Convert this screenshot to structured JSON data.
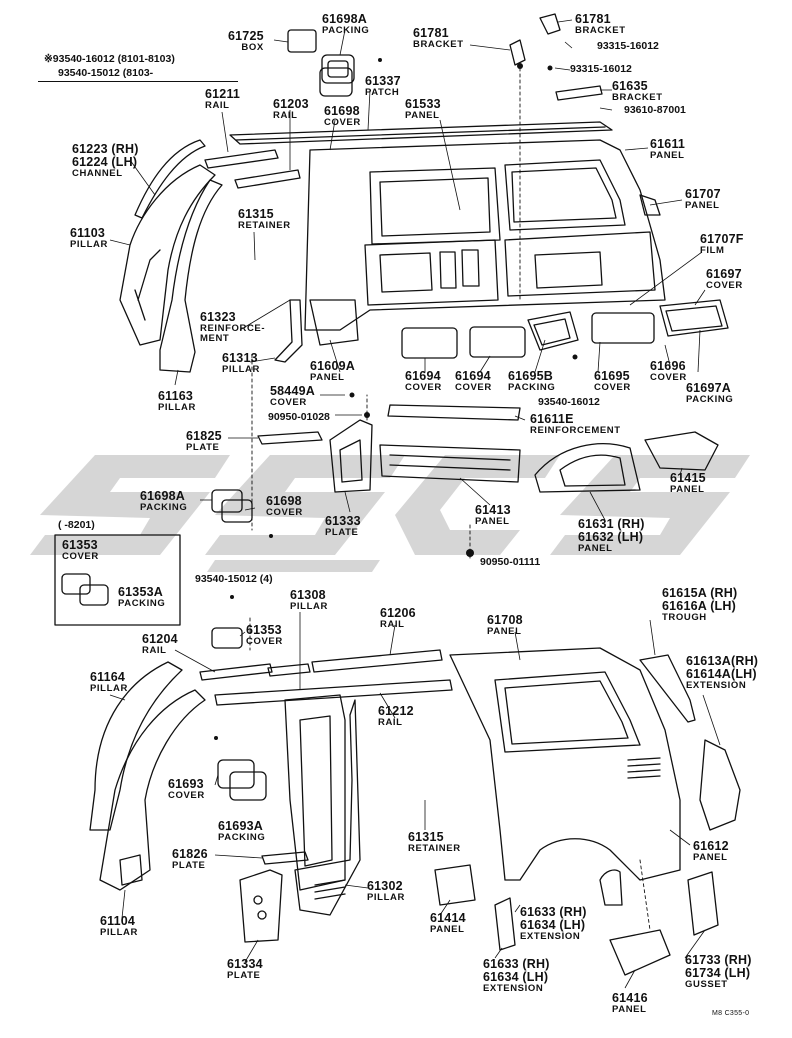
{
  "labels": {
    "p61725": {
      "num": "61725",
      "name": "BOX"
    },
    "p61698A_top": {
      "num": "61698A",
      "name": "PACKING"
    },
    "p61781_a": {
      "num": "61781",
      "name": "BRACKET"
    },
    "p61781_b": {
      "num": "61781",
      "name": "BRACKET"
    },
    "r93315_a": "93315-16012",
    "r93315_b": "93315-16012",
    "p61337": {
      "num": "61337",
      "name": "PATCH"
    },
    "p61635": {
      "num": "61635",
      "name": "BRACKET"
    },
    "r93610": "93610-87001",
    "note_line1": "※93540-16012 (8101-8103)",
    "note_line2": "93540-15012 (8103-",
    "p61211": {
      "num": "61211",
      "name": "RAIL"
    },
    "p61203": {
      "num": "61203",
      "name": "RAIL"
    },
    "p61698_top": {
      "num": "61698",
      "name": "COVER"
    },
    "p61533": {
      "num": "61533",
      "name": "PANEL"
    },
    "p61611": {
      "num": "61611",
      "name": "PANEL"
    },
    "p61223": {
      "num": "61223 (RH)",
      "num2": "61224 (LH)",
      "name": "CHANNEL"
    },
    "p61707": {
      "num": "61707",
      "name": "PANEL"
    },
    "p61103": {
      "num": "61103",
      "name": "PILLAR"
    },
    "p61315_top": {
      "num": "61315",
      "name": "RETAINER"
    },
    "p61707F": {
      "num": "61707F",
      "name": "FILM"
    },
    "p61697": {
      "num": "61697",
      "name": "COVER"
    },
    "p61323": {
      "num": "61323",
      "name": "REINFORCE-",
      "name2": "MENT"
    },
    "p61313": {
      "num": "61313",
      "name": "PILLAR"
    },
    "p61609A": {
      "num": "61609A",
      "name": "PANEL"
    },
    "p61694_a": {
      "num": "61694",
      "name": "COVER"
    },
    "p61694_b": {
      "num": "61694",
      "name": "COVER"
    },
    "p61695B": {
      "num": "61695B",
      "name": "PACKING"
    },
    "p61695": {
      "num": "61695",
      "name": "COVER"
    },
    "p61696": {
      "num": "61696",
      "name": "COVER"
    },
    "p61697A": {
      "num": "61697A",
      "name": "PACKING"
    },
    "p61163": {
      "num": "61163",
      "name": "PILLAR"
    },
    "p58449A": {
      "num": "58449A",
      "name": "COVER"
    },
    "r93540_mid": "93540-16012",
    "r90950_01028": "90950-01028",
    "p61611E": {
      "num": "61611E",
      "name": "REINFORCEMENT"
    },
    "p61825": {
      "num": "61825",
      "name": "PLATE"
    },
    "p61415": {
      "num": "61415",
      "name": "PANEL"
    },
    "p61698A_mid": {
      "num": "61698A",
      "name": "PACKING"
    },
    "p61698_mid": {
      "num": "61698",
      "name": "COVER"
    },
    "p61333": {
      "num": "61333",
      "name": "PLATE"
    },
    "p61413": {
      "num": "61413",
      "name": "PANEL"
    },
    "p61631": {
      "num": "61631 (RH)",
      "num2": "61632 (LH)",
      "name": "PANEL"
    },
    "box_range": "(      -8201)",
    "p61353_box": {
      "num": "61353",
      "name": "COVER"
    },
    "p61353A": {
      "num": "61353A",
      "name": "PACKING"
    },
    "r90950_01111": "90950-01111",
    "r93540_15012": "93540-15012 (4)",
    "p61308": {
      "num": "61308",
      "name": "PILLAR"
    },
    "p61206": {
      "num": "61206",
      "name": "RAIL"
    },
    "p61708": {
      "num": "61708",
      "name": "PANEL"
    },
    "p61615A": {
      "num": "61615A (RH)",
      "num2": "61616A (LH)",
      "name": "TROUGH"
    },
    "p61353": {
      "num": "61353",
      "name": "COVER"
    },
    "p61204": {
      "num": "61204",
      "name": "RAIL"
    },
    "p61613A": {
      "num": "61613A(RH)",
      "num2": "61614A(LH)",
      "name": "EXTENSION"
    },
    "p61164": {
      "num": "61164",
      "name": "PILLAR"
    },
    "p61212": {
      "num": "61212",
      "name": "RAIL"
    },
    "p61693": {
      "num": "61693",
      "name": "COVER"
    },
    "p61315_bot": {
      "num": "61315",
      "name": "RETAINER"
    },
    "p61693A": {
      "num": "61693A",
      "name": "PACKING"
    },
    "p61612": {
      "num": "61612",
      "name": "PANEL"
    },
    "p61826": {
      "num": "61826",
      "name": "PLATE"
    },
    "p61302": {
      "num": "61302",
      "name": "PILLAR"
    },
    "p61414": {
      "num": "61414",
      "name": "PANEL"
    },
    "p61633_a": {
      "num": "61633 (RH)",
      "num2": "61634 (LH)",
      "name": "EXTENSION"
    },
    "p61104": {
      "num": "61104",
      "name": "PILLAR"
    },
    "p61633_b": {
      "num": "61633 (RH)",
      "num2": "61634 (LH)",
      "name": "EXTENSION"
    },
    "p61733": {
      "num": "61733 (RH)",
      "num2": "61734 (LH)",
      "name": "GUSSET"
    },
    "p61334": {
      "num": "61334",
      "name": "PLATE"
    },
    "p61416": {
      "num": "61416",
      "name": "PANEL"
    }
  },
  "footer_code": "M8 C355-0",
  "colors": {
    "ink": "#111111",
    "watermark": "#c8c8c8",
    "paper": "#ffffff"
  }
}
